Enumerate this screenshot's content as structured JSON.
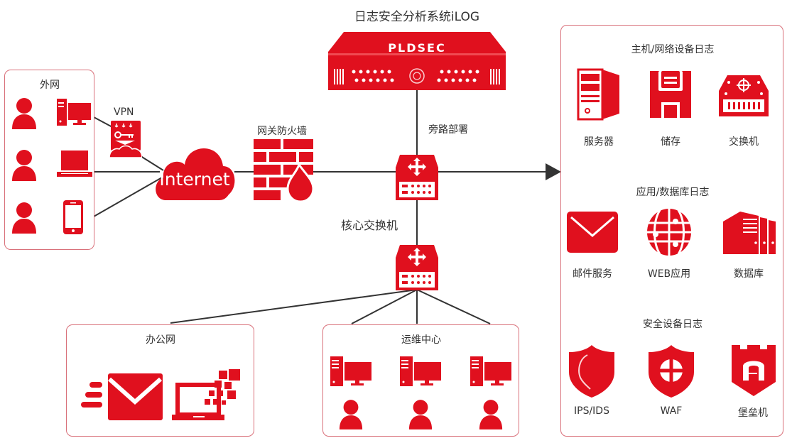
{
  "colors": {
    "accent": "#e0101e",
    "line": "#333333",
    "border": "#d9707a",
    "text": "#333333"
  },
  "title": "日志安全分析系统iLOG",
  "appliance": {
    "brand": "PLDSEC",
    "icon": "log-appliance-icon"
  },
  "labels": {
    "bypass": "旁路部署",
    "core_switch": "核心交换机",
    "firewall": "网关防火墙",
    "vpn": "VPN",
    "internet": "Internet"
  },
  "external_network": {
    "title": "外网",
    "items": [
      {
        "user": "user-icon",
        "device": "desktop-computer-icon"
      },
      {
        "user": "user-icon",
        "device": "laptop-icon"
      },
      {
        "user": "user-icon",
        "device": "mobile-phone-icon"
      }
    ]
  },
  "office_network": {
    "title": "办公网",
    "icons": [
      "mail-send-icon",
      "laptop-data-icon"
    ]
  },
  "ops_center": {
    "title": "运维中心",
    "stations": [
      {
        "computer": "desktop-computer-icon",
        "user": "user-icon"
      },
      {
        "computer": "desktop-computer-icon",
        "user": "user-icon"
      },
      {
        "computer": "desktop-computer-icon",
        "user": "user-icon"
      }
    ]
  },
  "log_sources": {
    "groups": [
      {
        "title": "主机/网络设备日志",
        "items": [
          {
            "label": "服务器",
            "icon": "server-icon"
          },
          {
            "label": "储存",
            "icon": "storage-icon"
          },
          {
            "label": "交换机",
            "icon": "switch-icon"
          }
        ]
      },
      {
        "title": "应用/数据库日志",
        "items": [
          {
            "label": "邮件服务",
            "icon": "mail-icon"
          },
          {
            "label": "WEB应用",
            "icon": "web-globe-icon"
          },
          {
            "label": "数据库",
            "icon": "database-icon"
          }
        ]
      },
      {
        "title": "安全设备日志",
        "items": [
          {
            "label": "IPS/IDS",
            "icon": "ips-shield-icon"
          },
          {
            "label": "WAF",
            "icon": "waf-shield-icon"
          },
          {
            "label": "堡垒机",
            "icon": "bastion-host-icon"
          }
        ]
      }
    ]
  }
}
